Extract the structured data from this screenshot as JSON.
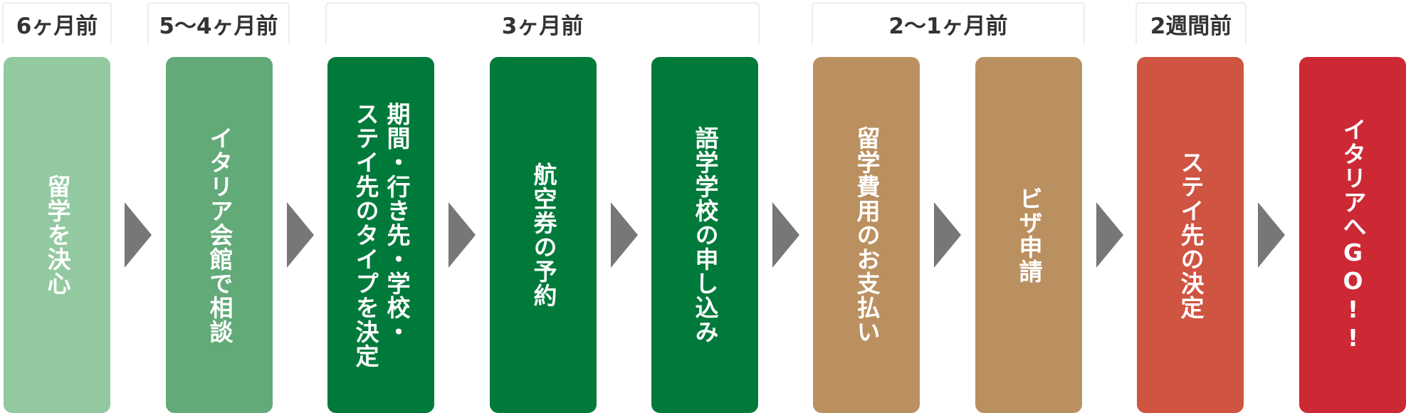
{
  "phases": [
    {
      "label": "6ヶ月前"
    },
    {
      "label": "5〜4ヶ月前"
    },
    {
      "label": "3ヶ月前"
    },
    {
      "label": "2〜1ヶ月前"
    },
    {
      "label": "2週間前"
    }
  ],
  "steps": [
    {
      "label": "留学を決心",
      "color": "#93c9a0"
    },
    {
      "label": "イタリア会館で相談",
      "color": "#62aa78"
    },
    {
      "label": "期間・行き先・学校・\nステイ先のタイプを決定",
      "color": "#007a3b"
    },
    {
      "label": "航空券の予約",
      "color": "#007a3b"
    },
    {
      "label": "語学学校の申し込み",
      "color": "#007a3b"
    },
    {
      "label": "留学費用のお支払い",
      "color": "#bb9060"
    },
    {
      "label": "ビザ申請",
      "color": "#bb9060"
    },
    {
      "label": "ステイ先の決定",
      "color": "#d05442"
    },
    {
      "label": "イタリアへGO!!",
      "color": "#cc2935"
    }
  ],
  "arrow_color": "#777777"
}
